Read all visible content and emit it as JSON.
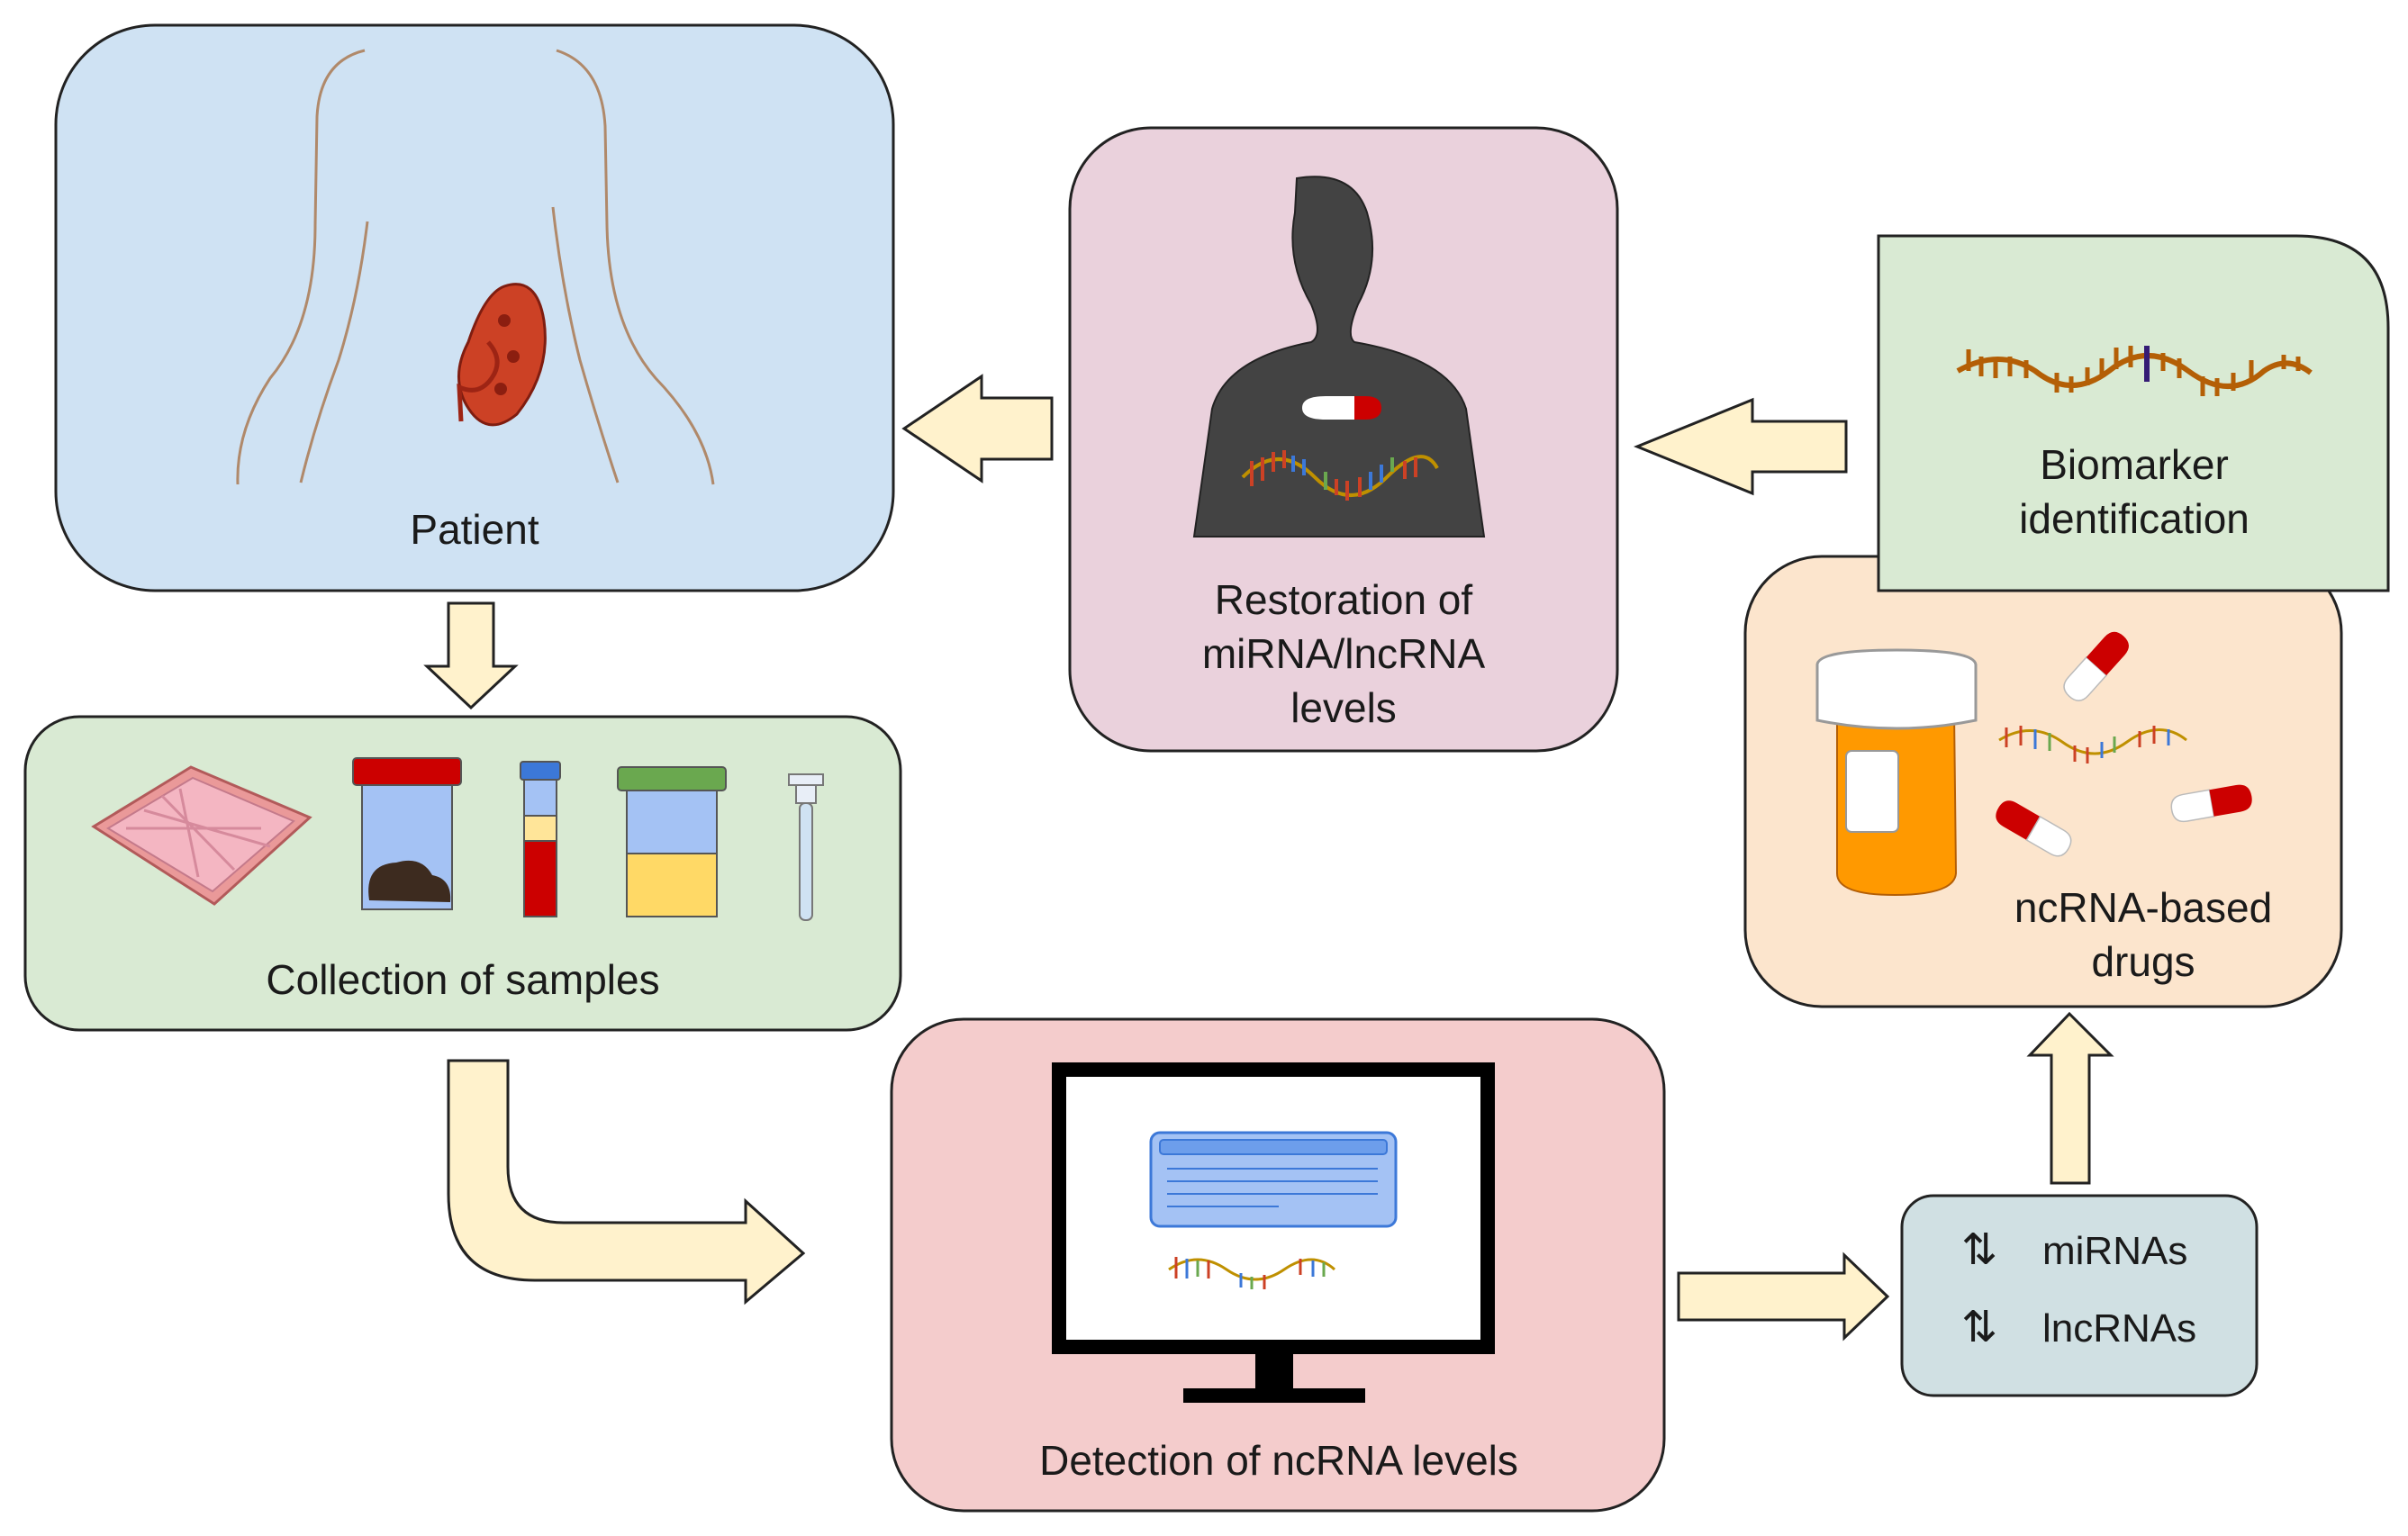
{
  "patient": {
    "label": "Patient"
  },
  "collection": {
    "label": "Collection of samples"
  },
  "restoration": {
    "lines": [
      "Restoration of",
      "miRNA/lncRNA",
      "levels"
    ]
  },
  "biomarker": {
    "lines": [
      "Biomarker",
      "identification"
    ]
  },
  "drugs": {
    "lines": [
      "ncRNA-based",
      "drugs"
    ]
  },
  "detection": {
    "label": "Detection of ncRNA levels"
  },
  "ncrna_list": {
    "arrow_glyph": "⇅",
    "items": [
      "miRNAs",
      "lncRNAs"
    ]
  },
  "colors": {
    "patient_box": "#cfe2f3",
    "collection_box": "#d9ead3",
    "restoration_box": "#ead1dc",
    "biomarker_box": "#d9ead3",
    "drugs_box": "#fce5cd",
    "detection_box": "#f4cccc",
    "ncrna_box": "#d0e0e3",
    "arrow_fill": "#fff2cc"
  }
}
